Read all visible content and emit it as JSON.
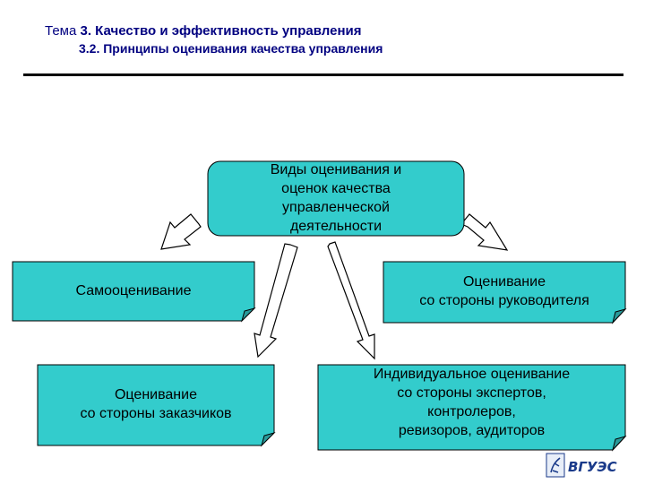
{
  "header": {
    "topic_prefix": "Тема ",
    "topic_title": "3. Качество и эффективность управления",
    "subtopic": "3.2. Принципы оценивания качества управления"
  },
  "diagram": {
    "center": "Виды оценивания и\nоценок качества\nуправленческой\nдеятельности",
    "self": "Самооценивание",
    "manager": "Оценивание\nсо стороны руководителя",
    "customers": "Оценивание\nсо стороны заказчиков",
    "experts": "Индивидуальное оценивание\nсо стороны экспертов,\nконтролеров,\nревизоров, аудиторов"
  },
  "logo": {
    "text": "ВГУЭС"
  },
  "colors": {
    "box_fill": "#33cccc",
    "box_stroke": "#000000",
    "arrow_fill": "#ffffff",
    "title": "#000080",
    "logo": "#1a3a8a"
  }
}
